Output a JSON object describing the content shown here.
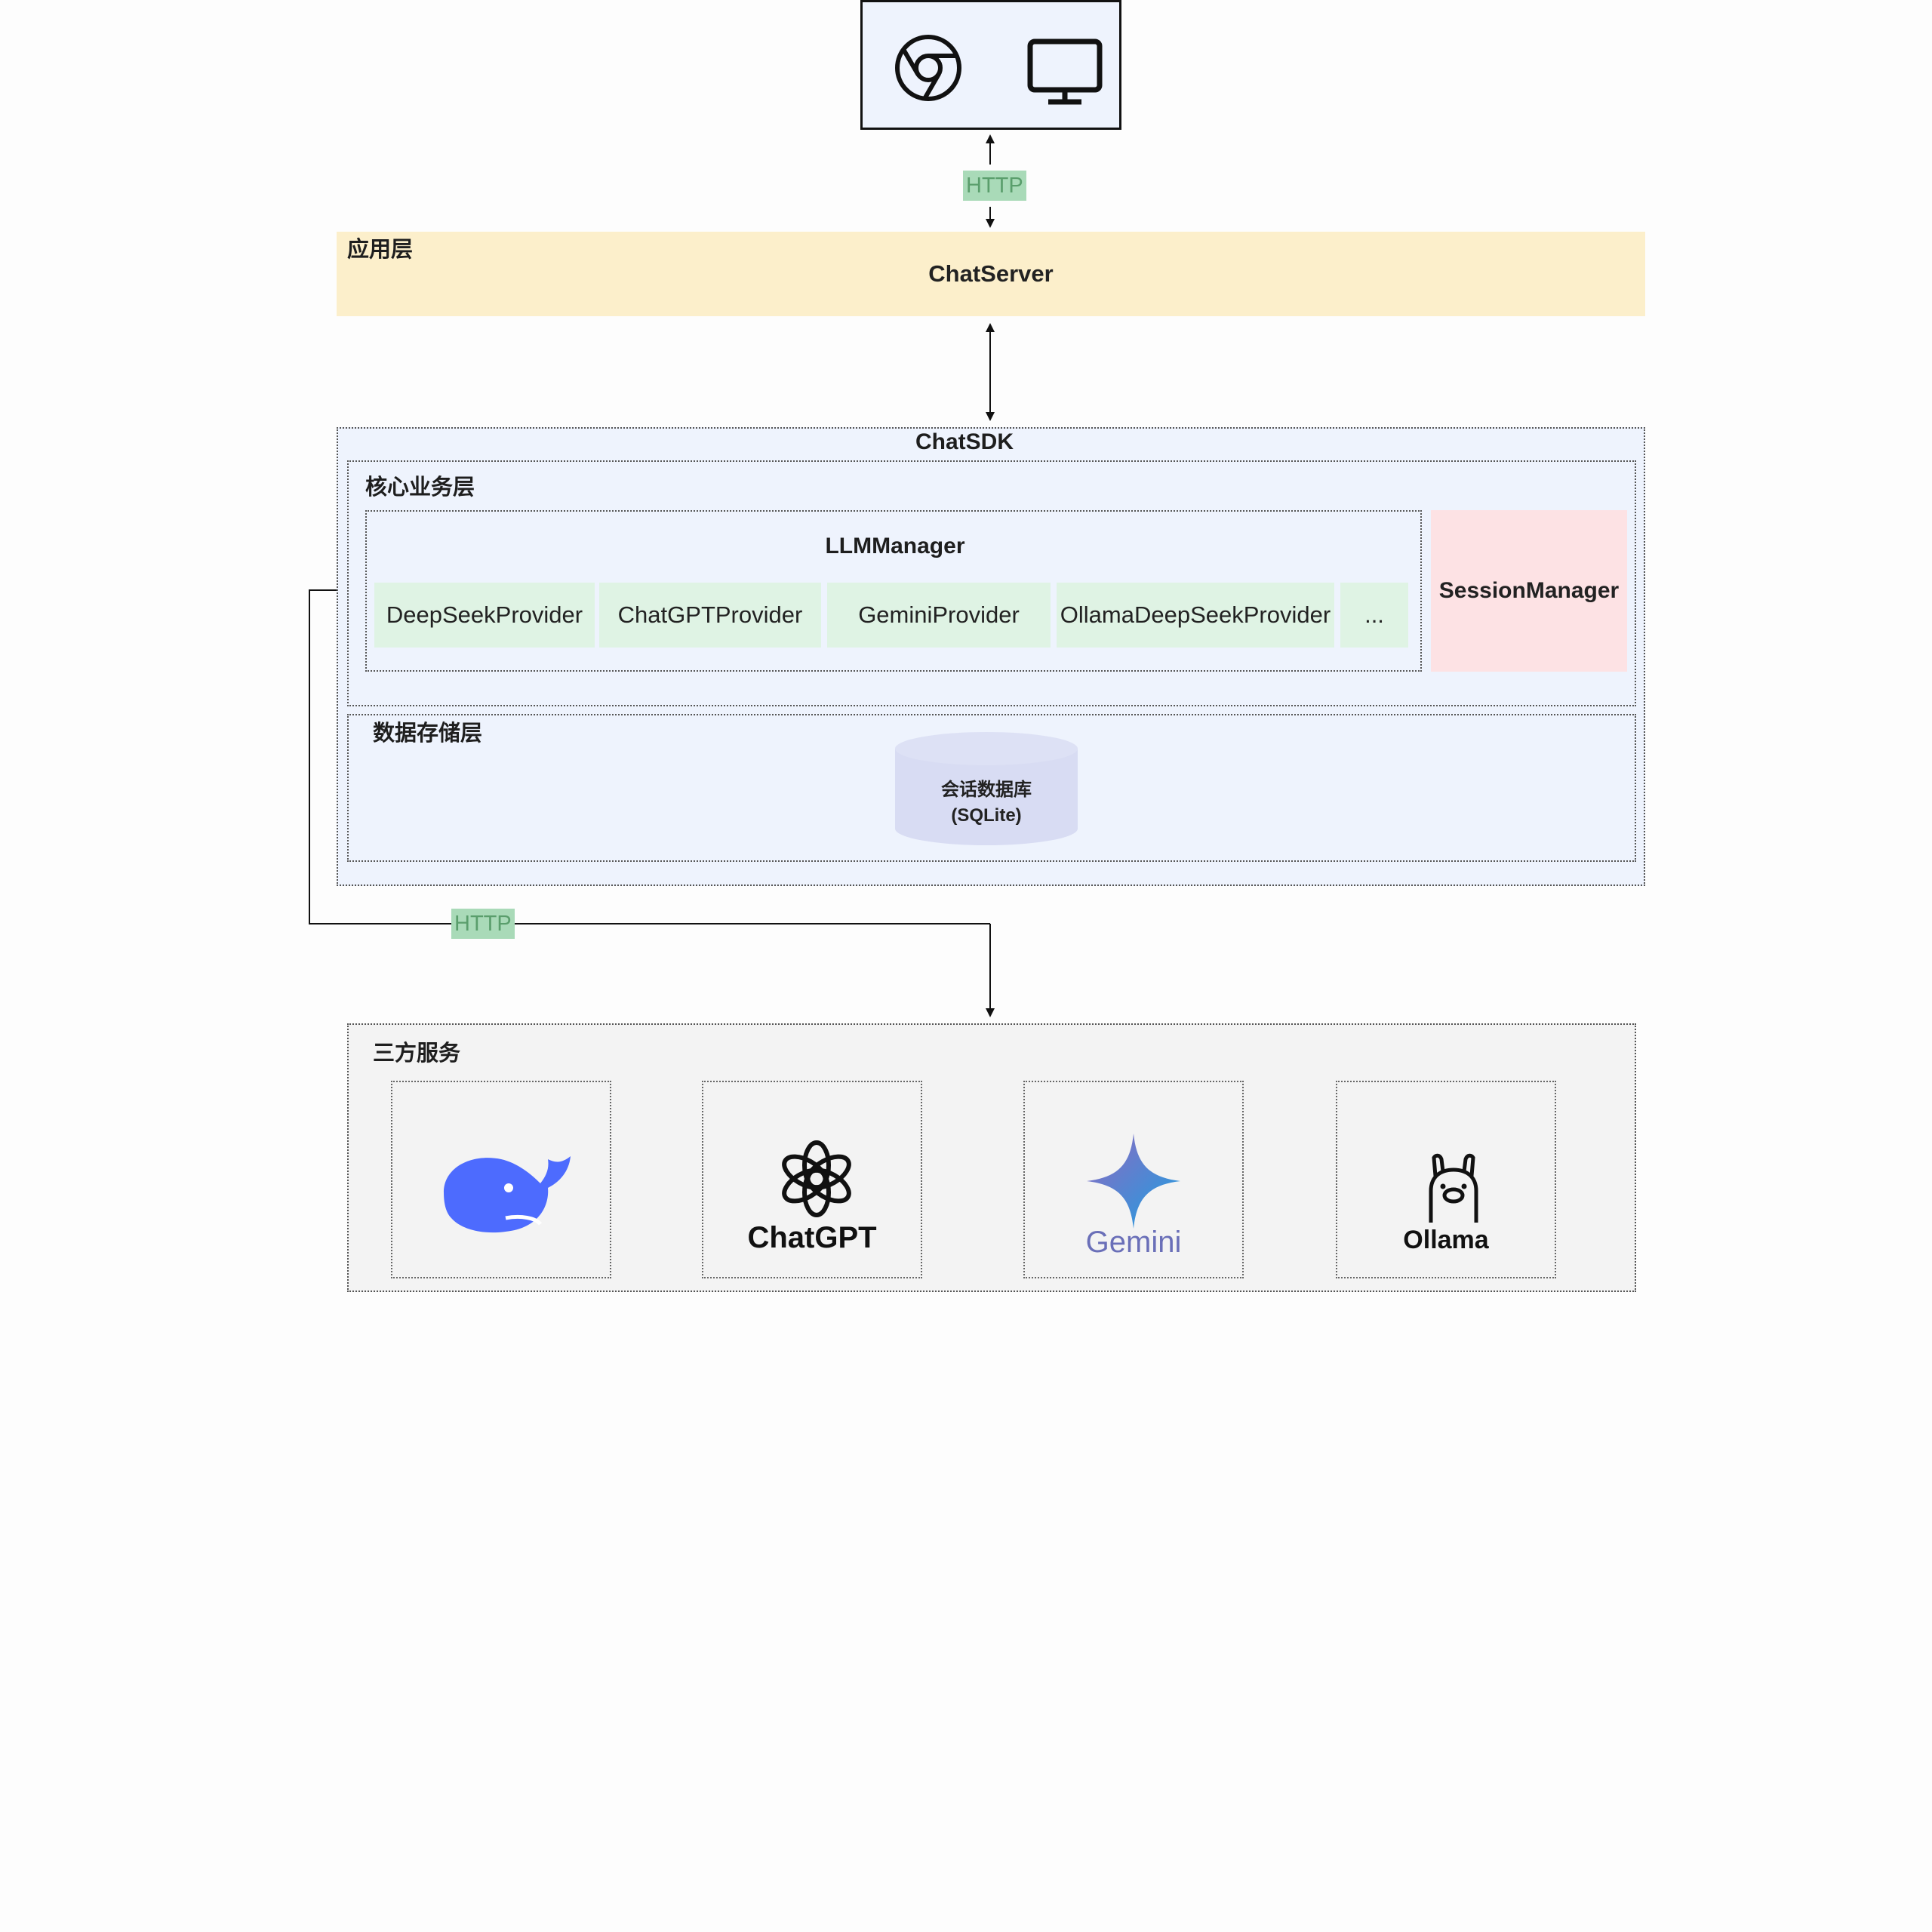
{
  "client": {
    "icons": [
      "chrome-browser-icon",
      "desktop-monitor-icon"
    ]
  },
  "connections": {
    "client_to_server": "HTTP",
    "sdk_to_services": "HTTP"
  },
  "app_layer": {
    "title": "应用层",
    "server": "ChatServer"
  },
  "chat_sdk": {
    "title": "ChatSDK",
    "core_layer": {
      "title": "核心业务层",
      "llm_manager": {
        "title": "LLMManager",
        "providers": [
          "DeepSeekProvider",
          "ChatGPTProvider",
          "GeminiProvider",
          "OllamaDeepSeekProvider",
          "..."
        ]
      },
      "session_manager": "SessionManager"
    },
    "storage_layer": {
      "title": "数据存储层",
      "db_line1": "会话数据库",
      "db_line2": "(SQLite)"
    }
  },
  "third_party": {
    "title": "三方服务",
    "services": [
      {
        "icon": "deepseek-whale-icon",
        "label": ""
      },
      {
        "icon": "openai-knot-icon",
        "label": "ChatGPT"
      },
      {
        "icon": "gemini-star-icon",
        "label": "Gemini"
      },
      {
        "icon": "ollama-llama-icon",
        "label": "Ollama"
      }
    ]
  },
  "colors": {
    "app_layer_bg": "#fcefcb",
    "sdk_bg": "#eef3fd",
    "provider_bg": "#dff3e4",
    "session_bg": "#fde2e4",
    "db_bg": "#d8dcf3",
    "services_bg": "#f3f3f3",
    "http_tag_bg": "#a9dab8",
    "deepseek_blue": "#4d6bfe"
  }
}
